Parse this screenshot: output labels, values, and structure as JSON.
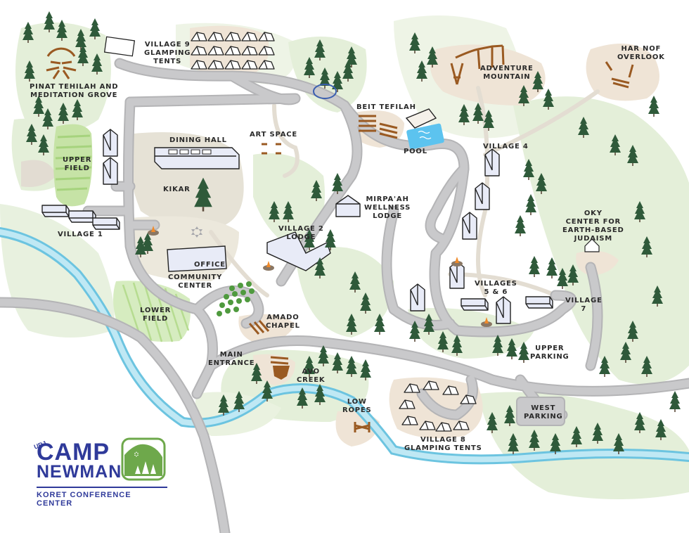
{
  "map": {
    "title": "Camp Newman Campus Map",
    "colors": {
      "road": "#c9c9cb",
      "road_edge": "#b4b4b6",
      "path": "#e3ddd2",
      "river": "#9fd8ea",
      "river_edge": "#6cc4e0",
      "forest": "#e4efd9",
      "field": "#c6e3a6",
      "field_stripe": "#a6d37d",
      "tree": "#2f5a3a",
      "sand": "#efe4d6",
      "wood": "#9a5a22",
      "building_fill": "#e8ebf7",
      "building_stroke": "#222222",
      "pool": "#5cc3ef",
      "brand_blue": "#2f3a9a",
      "brand_green": "#6ea84b"
    },
    "labels": {
      "pinat_tehilah": "PINAT TEHILAH AND\nMEDITATION GROVE",
      "village9": "VILLAGE 9\nGLAMPING\nTENTS",
      "adventure_mountain": "ADVENTURE\nMOUNTAIN",
      "har_nof": "HAR NOF\nOVERLOOK",
      "beit_tefilah": "BEIT TEFILAH",
      "pool": "POOL",
      "village4": "VILLAGE 4",
      "dining_hall": "DINING HALL",
      "art_space": "ART SPACE",
      "upper_field": "UPPER\nFIELD",
      "kikar": "KIKAR",
      "village1": "VILLAGE 1",
      "mirpaah": "MIRPA'AH\nWELLNESS\nLODGE",
      "village2_lodge": "VILLAGE 2\nLODGE",
      "oky_center": "OKY\nCENTER FOR\nEARTH-BASED\nJUDAISM",
      "office": "OFFICE",
      "community_center": "COMMUNITY\nCENTER",
      "villages56": "VILLAGES\n5 & 6",
      "village7": "VILLAGE\n7",
      "lower_field": "LOWER\nFIELD",
      "amado_chapel": "AMADO\nCHAPEL",
      "upper_parking": "UPPER\nPARKING",
      "main_entrance": "MAIN\nENTRANCE",
      "avo_creek": "AVO\nCREEK",
      "low_ropes": "LOW\nROPES",
      "west_parking": "WEST\nPARKING",
      "village8": "VILLAGE 8\nGLAMPING TENTS"
    }
  },
  "logo": {
    "urj": "URJ",
    "camp": "CAMP",
    "newman": "NEWMAN",
    "subtitle": "KORET CONFERENCE CENTER"
  }
}
